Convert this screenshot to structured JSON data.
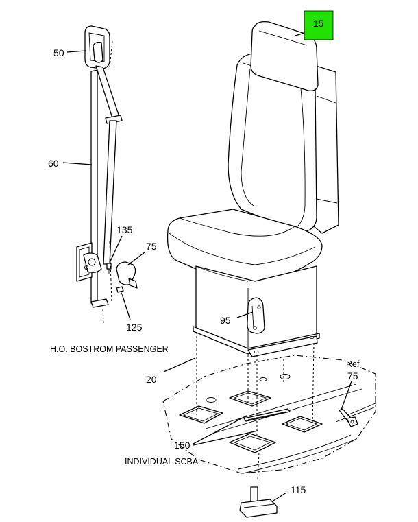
{
  "callouts": {
    "c15": "15",
    "c50": "50",
    "c60": "60",
    "c135": "135",
    "c75": "75",
    "c95": "95",
    "c125": "125",
    "c20": "20",
    "c150": "150",
    "c115": "115",
    "ref_word": "Ref",
    "ref_num": "75"
  },
  "captions": {
    "passenger": "H.O. BOSTROM PASSENGER",
    "scba": "INDIVIDUAL SCBA"
  },
  "colors": {
    "highlight": "#22e000",
    "line": "#000000",
    "background": "#ffffff"
  }
}
